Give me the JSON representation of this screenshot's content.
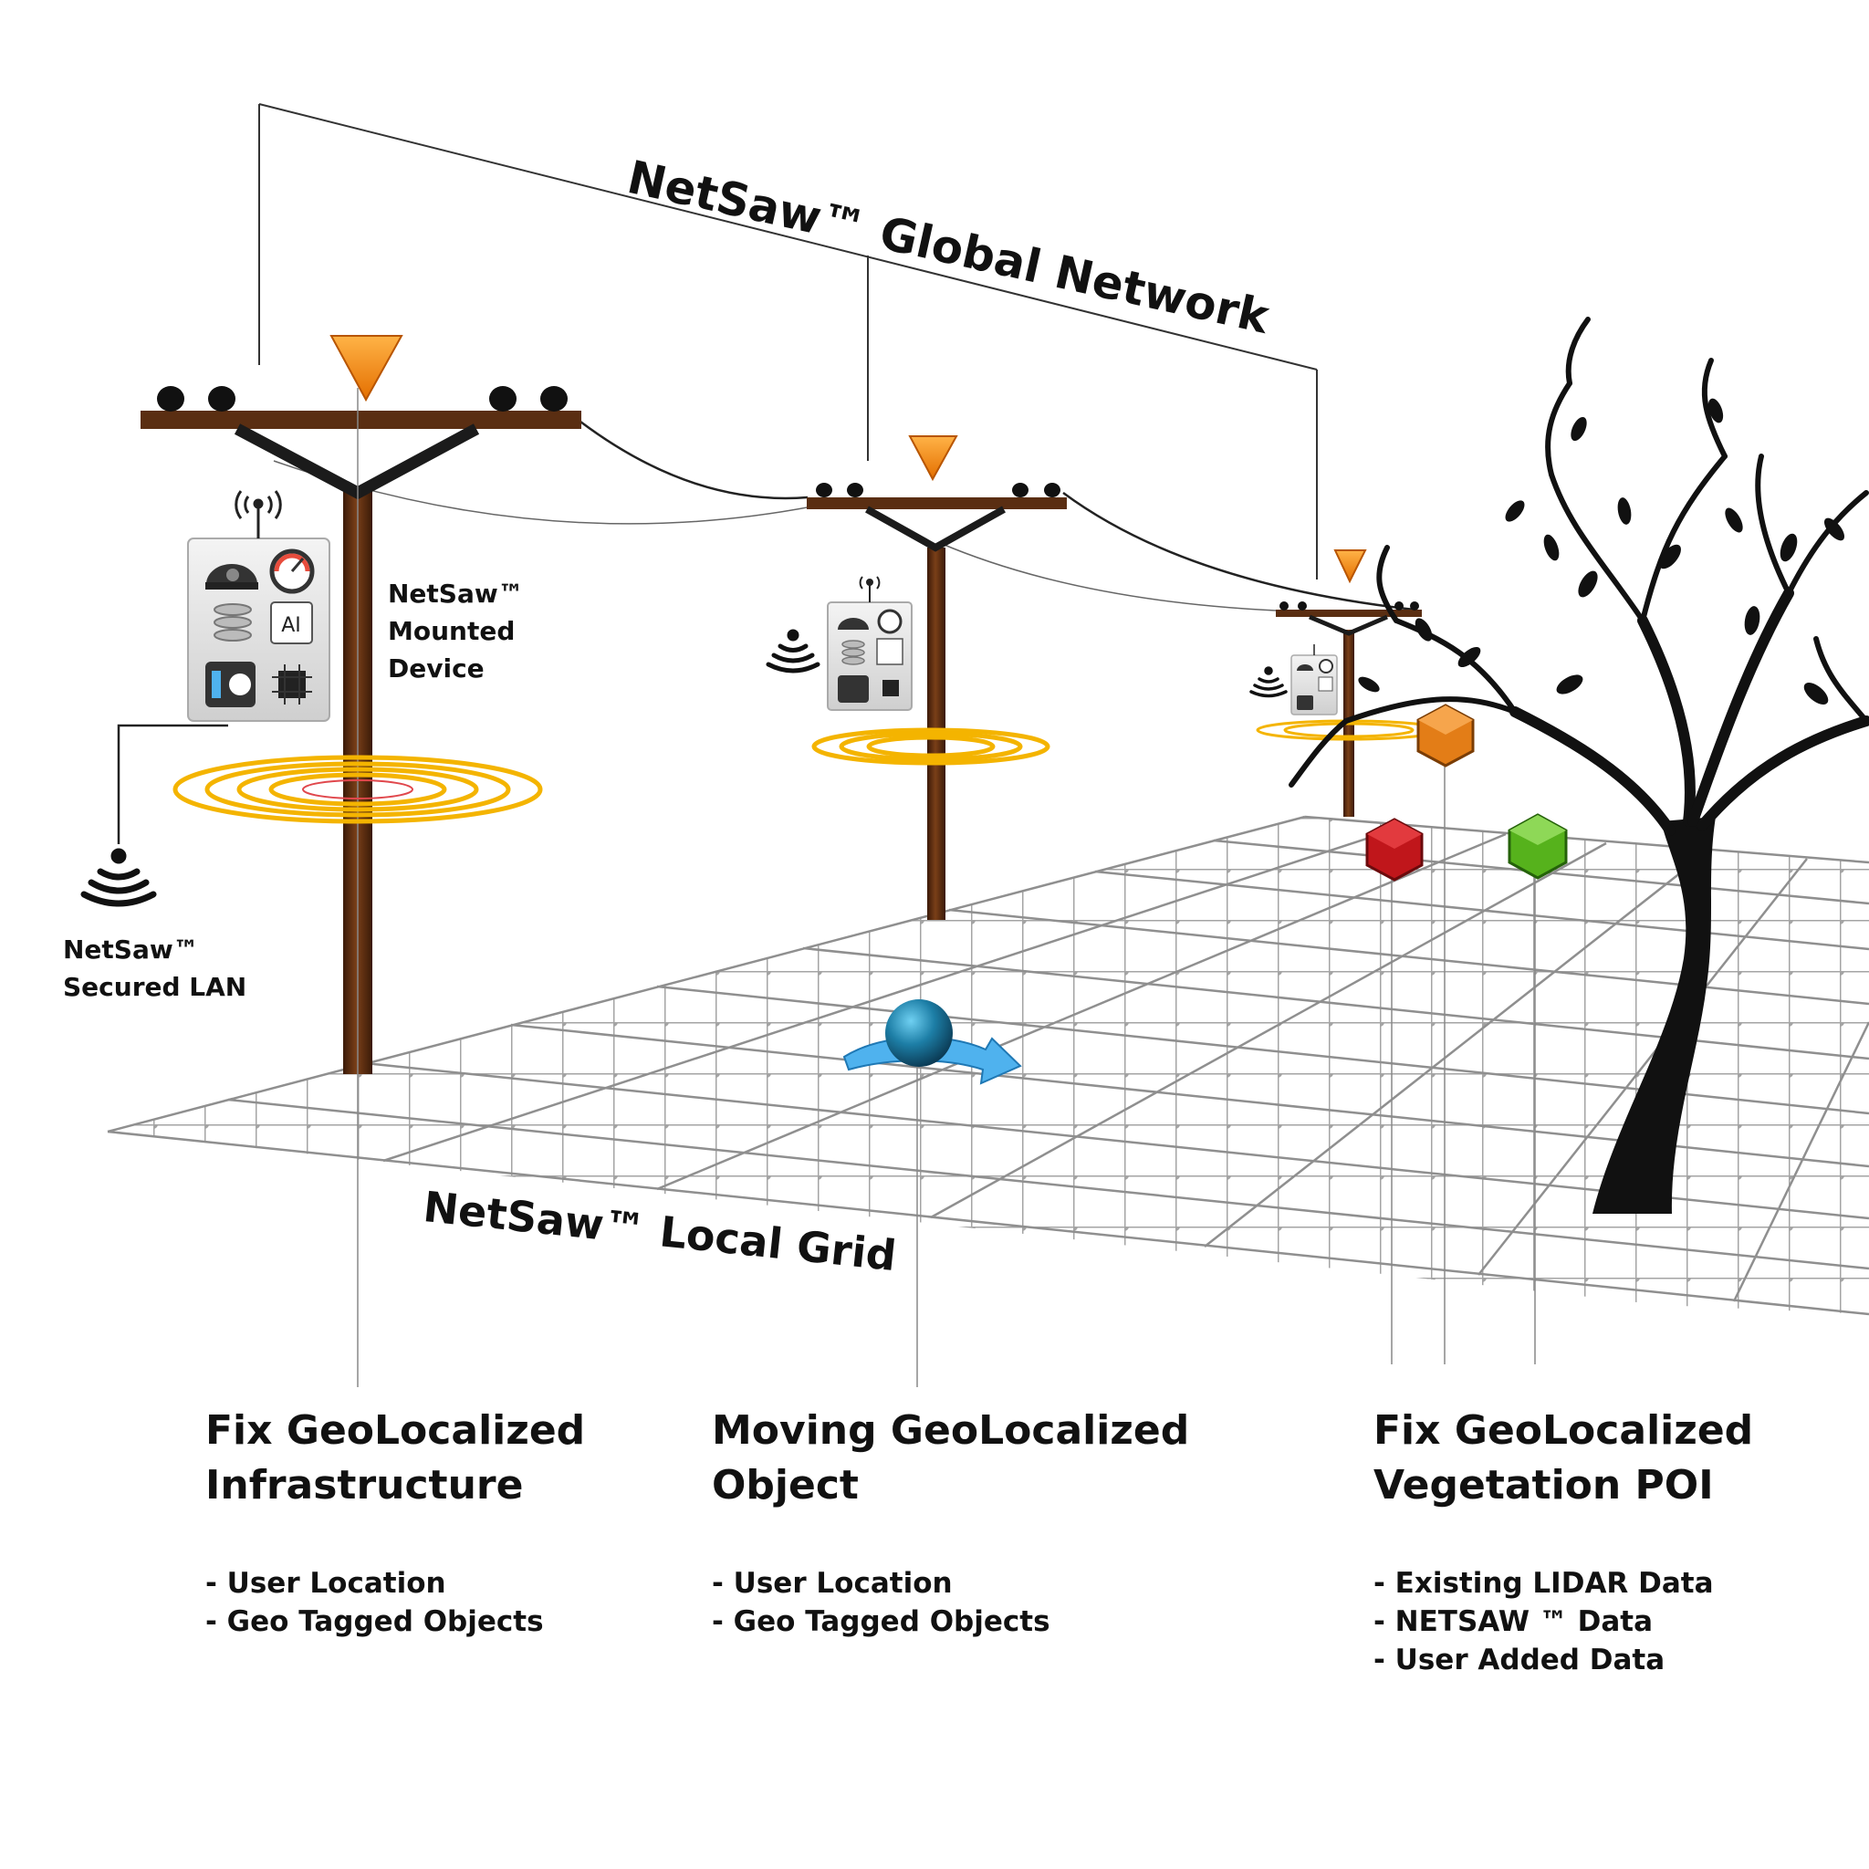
{
  "titles": {
    "global_network": "NetSaw™ Global Network",
    "local_grid": "NetSaw™ Local Grid"
  },
  "callouts": {
    "mounted_device": [
      "NetSaw™",
      "Mounted",
      "Device"
    ],
    "secured_lan": [
      "NetSaw™",
      "Secured LAN"
    ]
  },
  "columns": [
    {
      "heading": [
        "Fix GeoLocalized",
        "Infrastructure"
      ],
      "bullets": [
        "User Location",
        "Geo Tagged Objects"
      ]
    },
    {
      "heading": [
        "Moving GeoLocalized",
        "Object"
      ],
      "bullets": [
        "User Location",
        "Geo Tagged Objects"
      ]
    },
    {
      "heading": [
        "Fix GeoLocalized",
        "Vegetation POI"
      ],
      "bullets": [
        "Existing LIDAR Data",
        "NETSAW ™ Data",
        "User Added Data"
      ]
    }
  ],
  "device_icons": {
    "ai_chip": "AI"
  },
  "colors": {
    "pole": "#5a2e12",
    "marker_orange": "#f08a1e",
    "wave_gold": "#f4b400",
    "sphere_blue": "#1d7ea6",
    "arrow_blue": "#4fb2ee",
    "cube_red": "#c0161b",
    "cube_orange": "#e37d17",
    "cube_green": "#56b21c",
    "tree": "#111111",
    "grid": "#9a9a9a"
  }
}
